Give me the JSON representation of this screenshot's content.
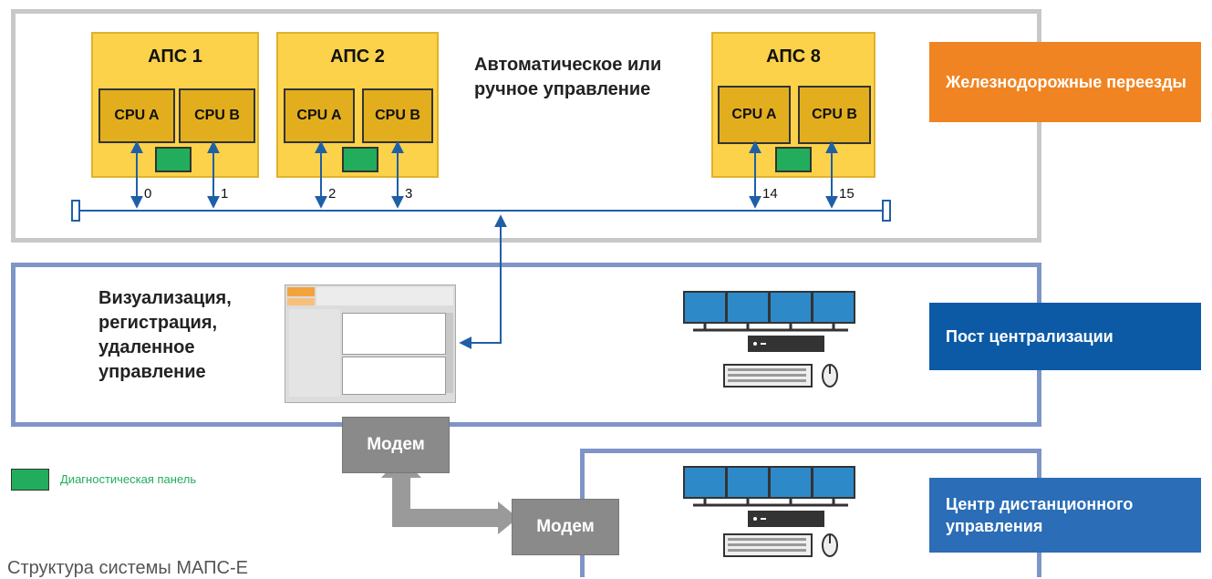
{
  "sections": {
    "crossings": "Железнодорожные переезды",
    "post": "Пост централизации",
    "remote_center": "Центр дистанционного управления"
  },
  "aps_units": [
    {
      "title": "АПС 1",
      "cpu_a": "CPU A",
      "cpu_b": "CPU B",
      "ports": [
        "0",
        "1"
      ]
    },
    {
      "title": "АПС 2",
      "cpu_a": "CPU A",
      "cpu_b": "CPU B",
      "ports": [
        "2",
        "3"
      ]
    },
    {
      "title": "АПС 8",
      "cpu_a": "CPU A",
      "cpu_b": "CPU B",
      "ports": [
        "14",
        "15"
      ]
    }
  ],
  "control_mode": "Автоматическое или ручное управление",
  "visualization": "Визуализация, регистрация, удаленное управление",
  "modem_1": "Модем",
  "modem_2": "Модем",
  "legend": {
    "diagnostic_panel": "Диагностическая панель"
  },
  "caption": "Структура системы МАПС-Е",
  "colors": {
    "orange": "#f08422",
    "blue_dark": "#0c5aa6",
    "blue_mid": "#2b6db6",
    "bus": "#1f5fa8",
    "aps_fill": "#fbd24a",
    "cpu_fill": "#e2ae1e",
    "diag": "#22ad5c"
  }
}
